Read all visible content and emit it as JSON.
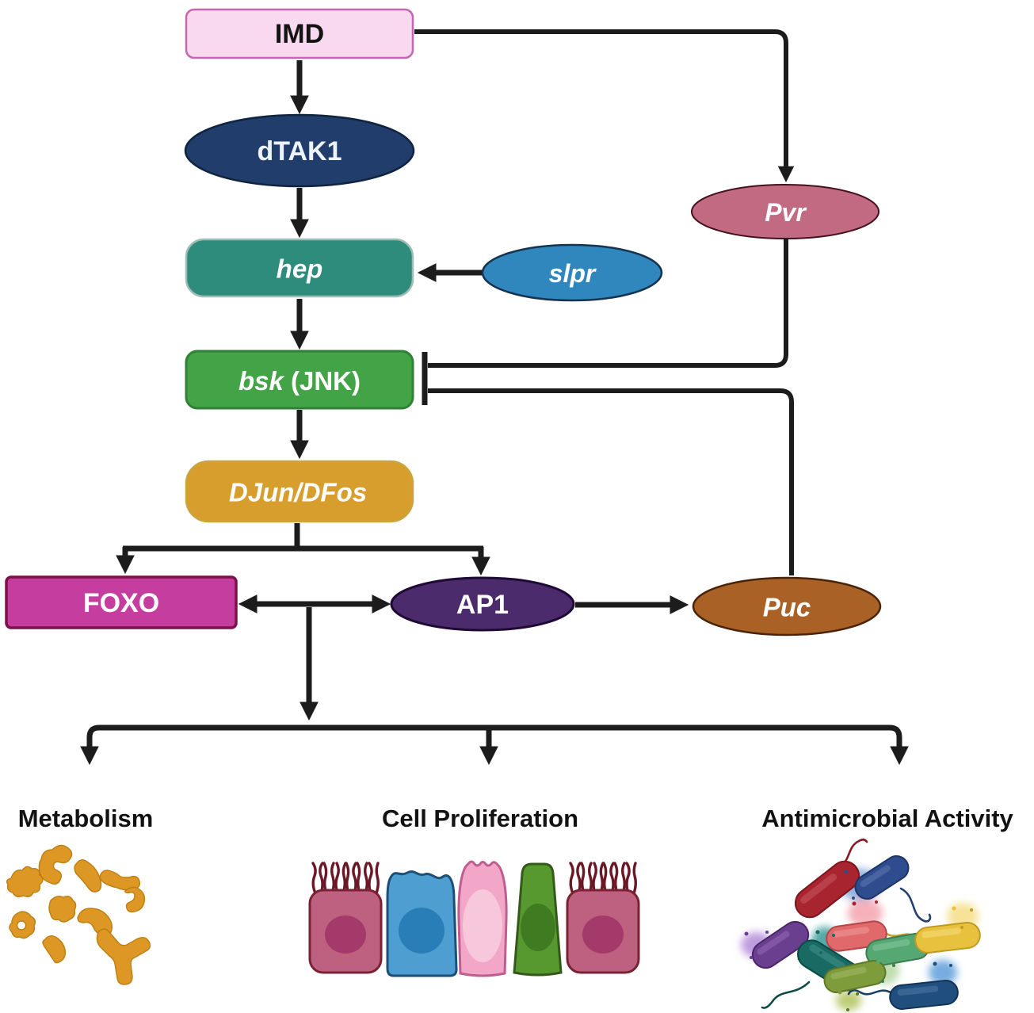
{
  "diagram": {
    "type": "signaling-pathway",
    "background": "#FFFFFF",
    "arrow_color": "#1C1C1C",
    "nodes": {
      "imd": {
        "label": "IMD",
        "shape": "rounded-rect",
        "fill": "#F9D9EF",
        "stroke": "#C765AF",
        "text_color": "#141414"
      },
      "dtak1": {
        "label": "dTAK1",
        "shape": "ellipse",
        "fill": "#213D6B",
        "stroke": "#10233F",
        "text_color": "#EDF3FB"
      },
      "hep": {
        "label": "hep",
        "shape": "rounded-rect",
        "fill": "#2E8C7C",
        "stroke": "#9DBDB6",
        "text_color": "#FFFFFF"
      },
      "slpr": {
        "label": "slpr",
        "shape": "ellipse",
        "fill": "#2F87BE",
        "stroke": "#16344F",
        "text_color": "#FFFFFF"
      },
      "pvr": {
        "label": "Pvr",
        "shape": "ellipse",
        "fill": "#C16A82",
        "stroke": "#45101C",
        "text_color": "#FFFFFF"
      },
      "bsk": {
        "label_italic": "bsk",
        "label_regular": " (JNK)",
        "shape": "rounded-rect",
        "fill": "#43A447",
        "stroke": "#2F8136",
        "text_color": "#FFFFFF"
      },
      "djun_dfos": {
        "label": "DJun/DFos",
        "shape": "rounded-rect",
        "fill": "#D79E2E",
        "stroke": "#C9A43F",
        "text_color": "#FFFFFF"
      },
      "foxo": {
        "label": "FOXO",
        "shape": "rect",
        "fill": "#C63DA0",
        "stroke": "#7C1048",
        "text_color": "#FFFFFF"
      },
      "ap1": {
        "label": "AP1",
        "shape": "ellipse",
        "fill": "#4B2B6B",
        "stroke": "#1F0A35",
        "text_color": "#FFFFFF"
      },
      "puc": {
        "label": "Puc",
        "shape": "ellipse",
        "fill": "#A96126",
        "stroke": "#4A2408",
        "text_color": "#FFFFFF"
      }
    },
    "edges": [
      {
        "from": "IMD",
        "to": "dTAK1",
        "type": "activation"
      },
      {
        "from": "IMD",
        "to": "Pvr",
        "type": "activation"
      },
      {
        "from": "dTAK1",
        "to": "hep",
        "type": "activation"
      },
      {
        "from": "slpr",
        "to": "hep",
        "type": "activation"
      },
      {
        "from": "hep",
        "to": "bsk (JNK)",
        "type": "activation"
      },
      {
        "from": "Pvr",
        "to": "bsk (JNK)",
        "type": "inhibition"
      },
      {
        "from": "Puc",
        "to": "bsk (JNK)",
        "type": "inhibition"
      },
      {
        "from": "bsk (JNK)",
        "to": "DJun/DFos",
        "type": "activation"
      },
      {
        "from": "DJun/DFos",
        "to": "FOXO",
        "type": "activation"
      },
      {
        "from": "DJun/DFos",
        "to": "AP1",
        "type": "activation"
      },
      {
        "from": "FOXO",
        "to": "AP1",
        "type": "bidirectional"
      },
      {
        "from": "AP1",
        "to": "Puc",
        "type": "activation"
      },
      {
        "from": "FOXO/AP1",
        "to": "Metabolism | Cell Proliferation | Antimicrobial Activity",
        "type": "activation"
      }
    ],
    "outputs": [
      {
        "label": "Metabolism",
        "illustration": "fat-body-tissue-clusters"
      },
      {
        "label": "Cell Proliferation",
        "illustration": "epithelial-cell-row"
      },
      {
        "label": "Antimicrobial Activity",
        "illustration": "bacteria-lysis"
      }
    ],
    "illustration_palettes": {
      "metabolism": [
        "#DC9725",
        "#BE7E12"
      ],
      "cell_proliferation": [
        "#BE6080",
        "#4E9ED2",
        "#F3A7C8",
        "#58992F",
        "#6B1726"
      ],
      "antimicrobial": [
        "#A8242E",
        "#2E4C8E",
        "#6B3F90",
        "#186A62",
        "#E06A6B",
        "#56A873",
        "#E8C23E",
        "#7E9C3C",
        "#204F7E"
      ]
    }
  }
}
